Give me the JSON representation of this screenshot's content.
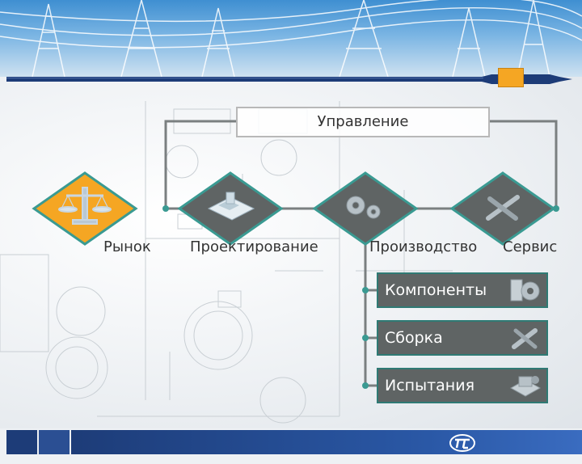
{
  "diagram": {
    "management": "Управление",
    "stages": [
      {
        "label": "Рынок",
        "icon": "scales-icon"
      },
      {
        "label": "Проектирование",
        "icon": "blueprint-icon"
      },
      {
        "label": "Производство",
        "icon": "gears-icon"
      },
      {
        "label": "Сервис",
        "icon": "wrench-icon"
      }
    ],
    "sub_items": [
      {
        "label": "Компоненты",
        "icon": "gear-parts-icon"
      },
      {
        "label": "Сборка",
        "icon": "wrench-icon"
      },
      {
        "label": "Испытания",
        "icon": "test-equipment-icon"
      }
    ]
  },
  "colors": {
    "active_diamond": "#f5a623",
    "diamond": "#5f6464",
    "diamond_border": "#3a9a92",
    "connector": "#7a7f80",
    "bar_dark": "#1d3c78",
    "bar_accent": "#f5a623"
  },
  "logo": "company-logo"
}
